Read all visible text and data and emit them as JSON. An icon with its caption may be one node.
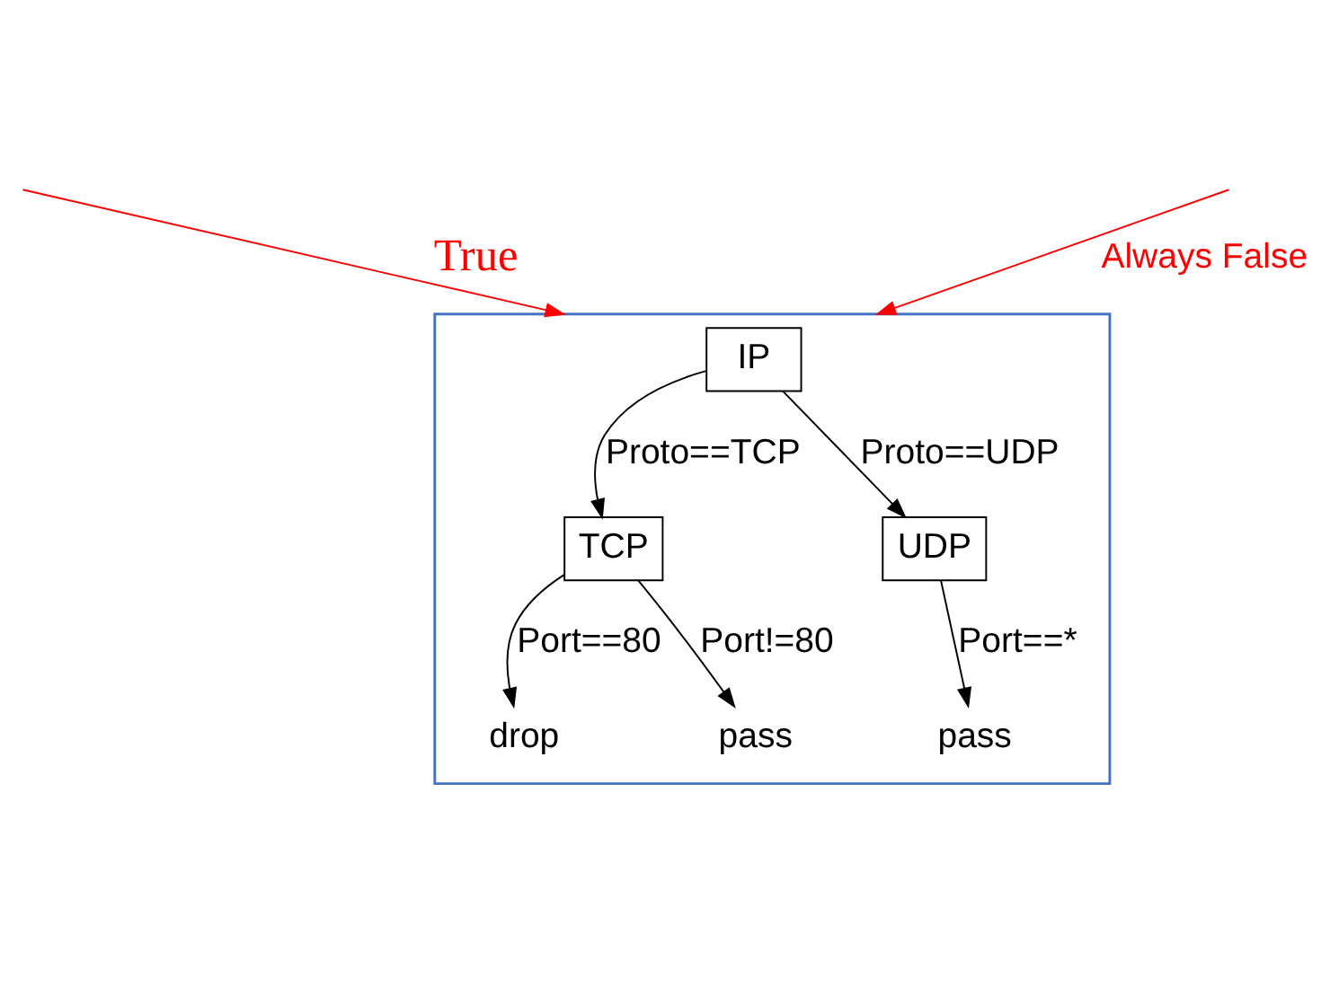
{
  "diagram": {
    "nodes": [
      {
        "text": [],
        "shape": "box"
      },
      {
        "text": [
          "IP"
        ],
        "in": 0
      },
      {
        "text": [
          "TCP"
        ],
        "in": 0
      },
      {
        "text": [
          "UDP"
        ],
        "in": 0
      },
      {
        "text": [
          "drop"
        ],
        "in": 0
      },
      {
        "text": [
          "pass"
        ],
        "in": 0
      },
      {
        "text": [
          "pass"
        ],
        "in": 0
      }
    ],
    "edges": [
      {
        "from": 1,
        "to": 2,
        "arrow": "to",
        "label": "Proto==TCP"
      },
      {
        "from": 1,
        "to": 3,
        "arrow": "to",
        "label": "Proto==UDP"
      },
      {
        "from": 2,
        "to": 4,
        "arrow": "to",
        "label": "Port==80"
      },
      {
        "from": 2,
        "to": 5,
        "arrow": "to",
        "label": "Port!=80"
      },
      {
        "from": 3,
        "to": 6,
        "arrow": "to",
        "label": "Port==*"
      },
      {
        "from": null,
        "to": 0,
        "arrow": "to",
        "label": "True",
        "color": "#ff0000"
      },
      {
        "from": null,
        "to": 0,
        "arrow": "to",
        "label": "Always False",
        "color": "#ff0000"
      }
    ]
  }
}
